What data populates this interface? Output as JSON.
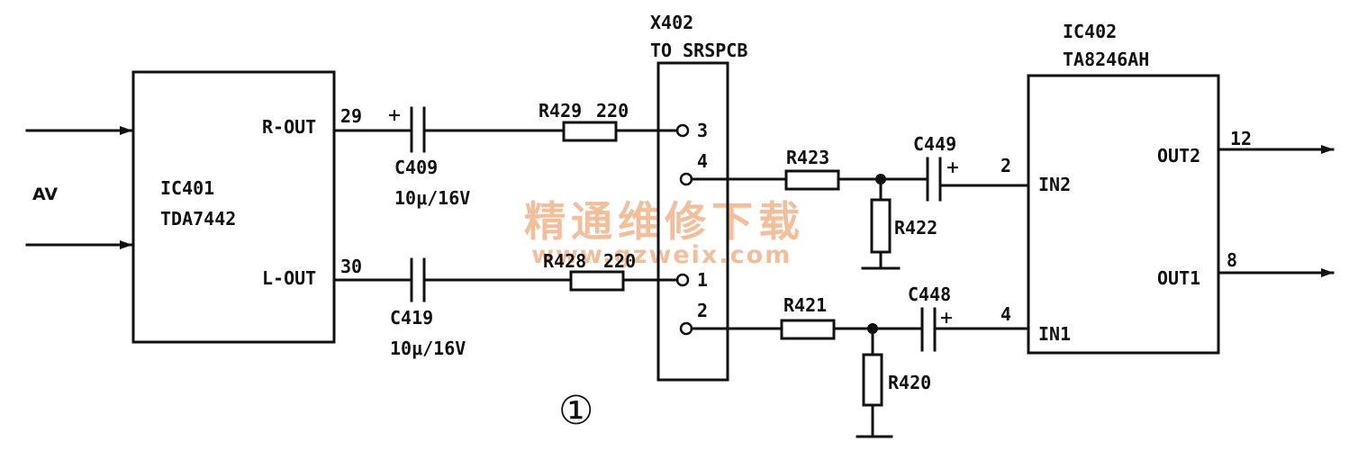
{
  "input_label": "AV",
  "ic401": {
    "ref": "IC401",
    "part": "TDA7442",
    "out_r": "R-OUT",
    "out_l": "L-OUT",
    "pin_r": "29",
    "pin_l": "30"
  },
  "c409": {
    "ref": "C409",
    "value": "10μ/16V"
  },
  "c419": {
    "ref": "C419",
    "value": "10μ/16V"
  },
  "r429": {
    "ref": "R429",
    "value": "220"
  },
  "r428": {
    "ref": "R428",
    "value": "220"
  },
  "x402": {
    "ref": "X402",
    "desc": "TO SRSPCB",
    "pins": [
      "3",
      "4",
      "1",
      "2"
    ]
  },
  "r423": {
    "ref": "R423"
  },
  "r422": {
    "ref": "R422"
  },
  "r421": {
    "ref": "R421"
  },
  "r420": {
    "ref": "R420"
  },
  "c449": {
    "ref": "C449"
  },
  "c448": {
    "ref": "C448"
  },
  "ic402": {
    "ref": "IC402",
    "part": "TA8246AH",
    "in2": "IN2",
    "in1": "IN1",
    "out2": "OUT2",
    "out1": "OUT1",
    "pin_in2": "2",
    "pin_in1": "4",
    "pin_out2": "12",
    "pin_out1": "8"
  },
  "figure_mark": "①",
  "watermark": {
    "title": "精通维修下载",
    "url": "www.gzweix.com"
  }
}
